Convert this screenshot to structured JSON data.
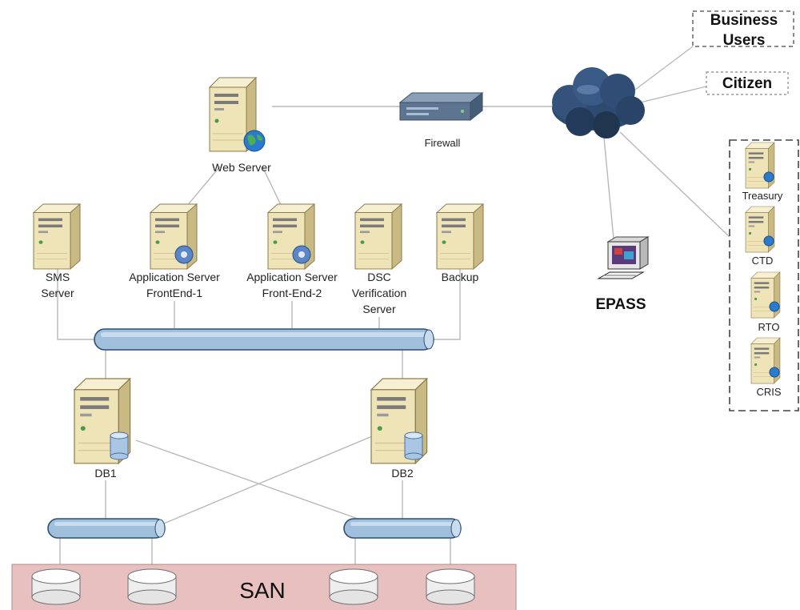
{
  "nodes": {
    "web_server": "Web Server",
    "firewall": "Firewall",
    "business_users_line1": "Business",
    "business_users_line2": "Users",
    "citizen": "Citizen",
    "treasury": "Treasury",
    "ctd": "CTD",
    "rto": "RTO",
    "cris": "CRIS",
    "epass": "EPASS",
    "sms_line1": "SMS",
    "sms_line2": "Server",
    "app1_line1": "Application Server",
    "app1_line2": "FrontEnd-1",
    "app2_line1": "Application Server",
    "app2_line2": "Front-End-2",
    "dsc_line1": "DSC",
    "dsc_line2": "Verification",
    "dsc_line3": "Server",
    "backup": "Backup",
    "db1": "DB1",
    "db2": "DB2",
    "san": "SAN"
  },
  "icons": {
    "server": "server-icon",
    "globe": "globe-icon",
    "database": "database-icon",
    "firewall": "firewall-icon",
    "cloud": "cloud-icon",
    "computer": "computer-icon",
    "disk": "disk-icon",
    "network_bus": "network-bus"
  },
  "colors": {
    "server_body": "#efe3b8",
    "bus_fill": "#9fbfdc",
    "san_fill": "#e8c0c0",
    "cloud_fill": "#2e4a6e",
    "line": "#b8b8b8"
  }
}
